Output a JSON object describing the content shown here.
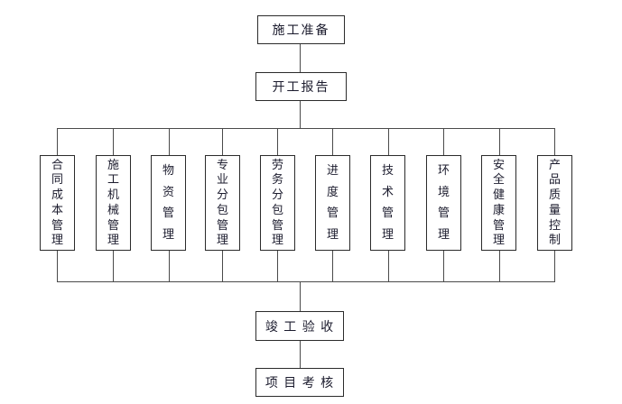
{
  "diagram": {
    "kind": "flowchart",
    "nodes": {
      "start": {
        "label": "施工准备"
      },
      "report": {
        "label": "开工报告"
      },
      "acceptance": {
        "label": "竣 工 验 收"
      },
      "assessment": {
        "label": "项 目 考 核"
      }
    },
    "branches": [
      {
        "label": "合同成本管理"
      },
      {
        "label": "施工机械管理"
      },
      {
        "label": "物资管理"
      },
      {
        "label": "专业分包管理"
      },
      {
        "label": "劳务分包管理"
      },
      {
        "label": "进度管理"
      },
      {
        "label": "技术管理"
      },
      {
        "label": "环境管理"
      },
      {
        "label": "安全健康管理"
      },
      {
        "label": "产品质量控制"
      }
    ],
    "colors": {
      "background": "#ffffff",
      "line": "#4a4a4a",
      "box_border": "#2b2b2b",
      "text": "#1c1c2e"
    }
  }
}
